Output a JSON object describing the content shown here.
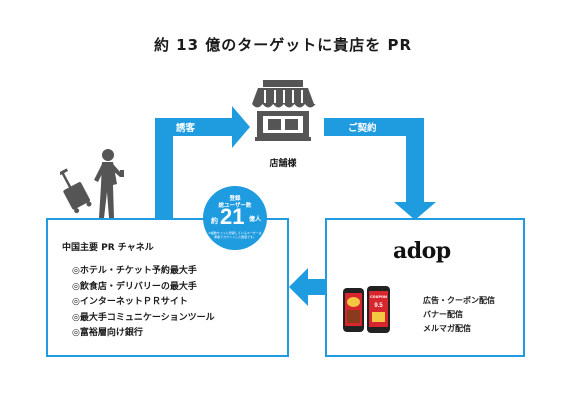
{
  "title": "約 13 億のターゲットに貴店を PR",
  "flow": {
    "left_arrow_label": "誘客",
    "right_arrow_label": "ご契約",
    "store_label": "店舗様"
  },
  "china_box": {
    "heading": "中国主要 PR チャネル",
    "items": [
      "◎ホテル・チケット予約最大手",
      "◎飲食店・デリバリーの最大手",
      "◎インターネットＰＲサイト",
      "◎最大手コミュニケーションツール",
      "◎富裕層向け銀行"
    ]
  },
  "badge": {
    "top": "登録\n総ユーザー数",
    "prefix": "約",
    "number": "21",
    "unit": "億人",
    "note": "※複数サイトに登録しているユーザーは重複でカウントした数値です。"
  },
  "adop_box": {
    "logo": "adop",
    "phone_coupon_label": "COUPON",
    "phone_coupon_price": "9.5",
    "services": [
      "広告・クーポン配信",
      "バナー配信",
      "メルマガ配信"
    ]
  },
  "colors": {
    "accent": "#1f9be0",
    "logo_red": "#e3322b",
    "phone_red": "#d8262e"
  }
}
